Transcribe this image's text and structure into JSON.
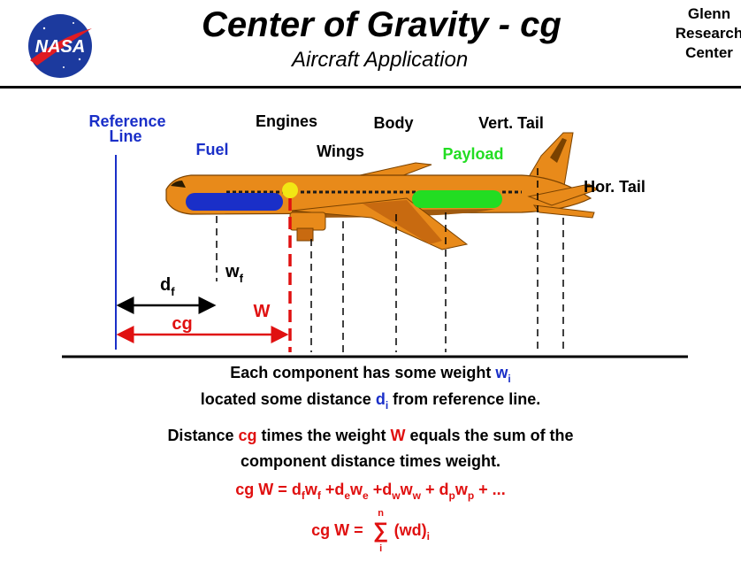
{
  "header": {
    "title": "Center of Gravity - cg",
    "subtitle": "Aircraft Application",
    "logo_text": "NASA",
    "center_name": [
      "Glenn",
      "Research",
      "Center"
    ]
  },
  "diagram": {
    "reference_line": [
      "Reference",
      "Line"
    ],
    "labels": {
      "engines": "Engines",
      "body": "Body",
      "vert_tail": "Vert. Tail",
      "fuel": "Fuel",
      "wings": "Wings",
      "payload": "Payload",
      "hor_tail": "Hor. Tail"
    },
    "dimensions": {
      "d_f": "d",
      "d_f_sub": "f",
      "w_f": "w",
      "w_f_sub": "f",
      "W": "W",
      "cg": "cg"
    },
    "colors": {
      "reference": "#1a2fc8",
      "fuel": "#1a2fc8",
      "payload": "#22dd22",
      "cg": "#e01010",
      "cg_marker": "#f2e614",
      "aircraft": "#e88a1a"
    }
  },
  "captions": {
    "line1_a": "Each component has some weight ",
    "line1_w": "w",
    "line1_sub": "i",
    "line2_a": "located some distance ",
    "line2_d": "d",
    "line2_sub": "i",
    "line2_b": " from reference line.",
    "line3_a": "Distance ",
    "line3_cg": "cg",
    "line3_b": " times the weight ",
    "line3_W": "W",
    "line3_c": " equals the sum of the",
    "line4": "component distance times weight."
  },
  "formulas": {
    "f1_lhs": "cg W  = ",
    "f1_rhs_terms": [
      {
        "d": "d",
        "ds": "f",
        "w": "w",
        "ws": "f",
        "op": " +"
      },
      {
        "d": "d",
        "ds": "e",
        "w": "w",
        "ws": "e",
        "op": " +"
      },
      {
        "d": "d",
        "ds": "w",
        "w": "w",
        "ws": "w",
        "op": "  + "
      },
      {
        "d": "d",
        "ds": "p",
        "w": "w",
        "ws": "p",
        "op": " +  ..."
      }
    ],
    "f2_lhs": "cg W  = ",
    "f2_sigma": "∑",
    "f2_sigma_top": "n",
    "f2_sigma_bottom": "i",
    "f2_rhs": "(wd)",
    "f2_rhs_sub": "i"
  }
}
